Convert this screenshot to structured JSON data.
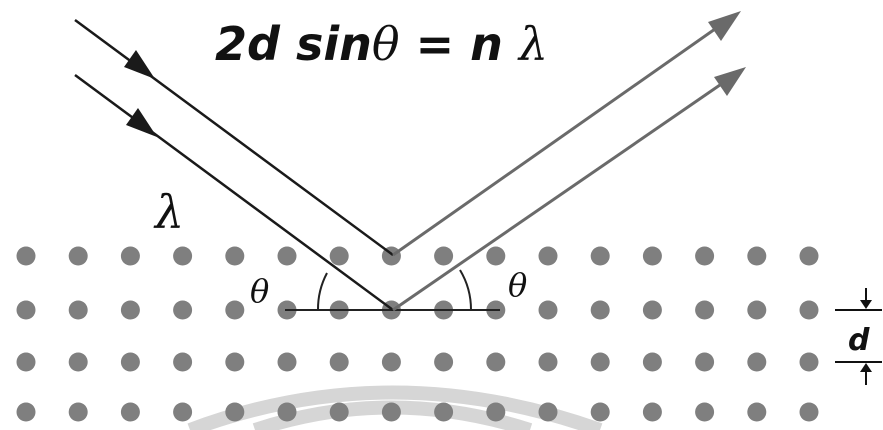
{
  "equation": {
    "part1": "2d sin",
    "theta": "θ",
    "part2": " = n ",
    "lambda": "λ"
  },
  "labels": {
    "wavelength": "λ",
    "angle_left": "θ",
    "angle_right": "θ",
    "spacing": "d"
  },
  "colors": {
    "incident_ray": "#1a1a1a",
    "diffracted_ray": "#6a6a6a",
    "atom": "#7f7f7f",
    "text": "#111111",
    "watermark": "#d0d0d0"
  }
}
